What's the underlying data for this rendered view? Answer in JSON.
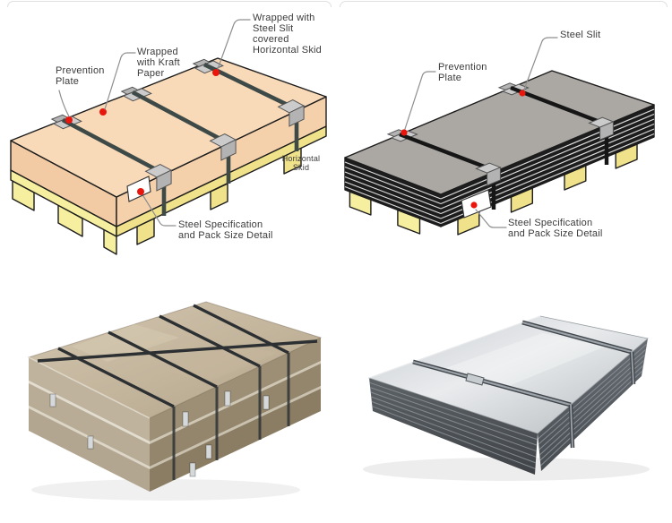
{
  "panels": {
    "kraft_diagram": {
      "labels": {
        "wrapped_slit_skid": "Wrapped with\nSteel Slit\ncovered\nHorizontal Skid",
        "wrapped_kraft": "Wrapped\nwith Kraft\nPaper",
        "prevention_plate": "Prevention\nPlate",
        "horizontal_skid": "Horizontal\nSkid",
        "steel_spec": "Steel Specification\nand Pack Size Detail"
      }
    },
    "slit_diagram": {
      "labels": {
        "steel_slit": "Steel Slit",
        "prevention_plate": "Prevention\nPlate",
        "steel_spec": "Steel Specification\nand Pack Size Detail"
      }
    }
  },
  "colors": {
    "marker_red": "#e8160c",
    "leader_gray": "#8f8f8f",
    "ink": "#3b3b3b",
    "outline": "#1c1c1c",
    "kraft_top": "#f8dab9",
    "kraft_side_left": "#f2cba4",
    "kraft_side_right": "#f5d1ab",
    "skid_yellow": "#f6ef9f",
    "skid_yellow_dark": "#efe28a",
    "strap_green": "#3e4a48",
    "strap_black": "#161616",
    "protector_gray": "#cbcbcb",
    "protector_gray_dark": "#b3b3b3",
    "steel_top": "#aba8a4",
    "sheet_side": "#1d1d1d",
    "sheet_stripe": "#dcdcdc",
    "card_border": "#e0e0e0"
  }
}
